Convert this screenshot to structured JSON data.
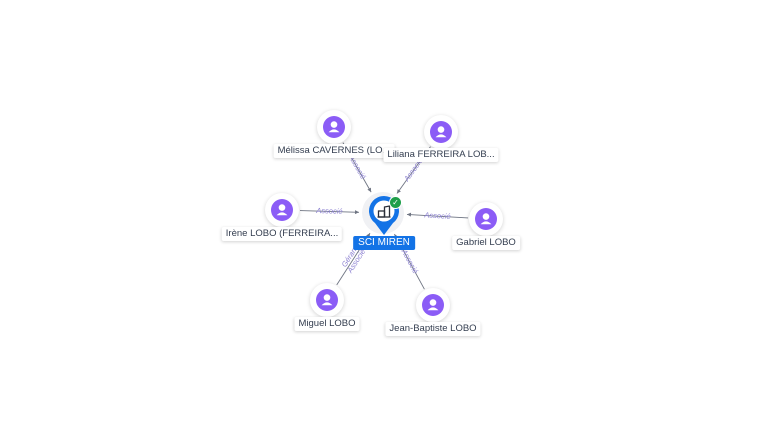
{
  "company": {
    "name": "SCI MIREN",
    "icon": "building-icon",
    "badge_icon": "check-icon",
    "color": "#1373e6"
  },
  "persons": [
    {
      "key": "melissa",
      "name": "Mélissa CAVERNES (LO...",
      "icon": "person-icon"
    },
    {
      "key": "liliana",
      "name": "Liliana FERREIRA LOB...",
      "icon": "person-icon"
    },
    {
      "key": "irene",
      "name": "Irène LOBO (FERREIRA...",
      "icon": "person-icon"
    },
    {
      "key": "gabriel",
      "name": "Gabriel LOBO",
      "icon": "person-icon"
    },
    {
      "key": "miguel",
      "name": "Miguel LOBO",
      "icon": "person-icon"
    },
    {
      "key": "jean-baptiste",
      "name": "Jean-Baptiste LOBO",
      "icon": "person-icon"
    }
  ],
  "relations": [
    {
      "person": "melissa",
      "labels": [
        "Associé"
      ]
    },
    {
      "person": "liliana",
      "labels": [
        "Associé"
      ]
    },
    {
      "person": "irene",
      "labels": [
        "Associé"
      ]
    },
    {
      "person": "gabriel",
      "labels": [
        "Associé"
      ]
    },
    {
      "person": "miguel",
      "labels": [
        "Gérant",
        "Associé"
      ]
    },
    {
      "person": "jean-baptiste",
      "labels": [
        "Associé"
      ]
    }
  ],
  "colors": {
    "person": "#8b5cf6",
    "edge": "#6e7482",
    "edge_label": "#8a7fd0"
  }
}
